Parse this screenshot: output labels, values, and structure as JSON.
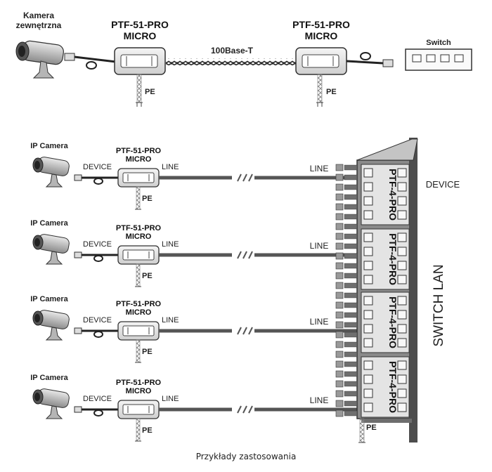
{
  "top": {
    "camera_label": "Kamera\nzewnętrzna",
    "left_device": "PTF-51-PRO\nMICRO",
    "right_device": "PTF-51-PRO\nMICRO",
    "link_label": "100Base-T",
    "switch_label": "Switch",
    "pe_label": "PE"
  },
  "rows": [
    {
      "camera": "IP Camera",
      "device_label": "PTF-51-PRO\nMICRO",
      "left_port": "DEVICE",
      "right_port": "LINE",
      "line_label": "LINE",
      "pe": "PE"
    },
    {
      "camera": "IP Camera",
      "device_label": "PTF-51-PRO\nMICRO",
      "left_port": "DEVICE",
      "right_port": "LINE",
      "line_label": "LINE",
      "pe": "PE"
    },
    {
      "camera": "IP Camera",
      "device_label": "PTF-51-PRO\nMICRO",
      "left_port": "DEVICE",
      "right_port": "LINE",
      "line_label": "LINE",
      "pe": "PE"
    },
    {
      "camera": "IP Camera",
      "device_label": "PTF-51-PRO\nMICRO",
      "left_port": "DEVICE",
      "right_port": "LINE",
      "line_label": "LINE",
      "pe": "PE"
    }
  ],
  "panel": {
    "module_label": "PTF-4-PRO",
    "device_label": "DEVICE",
    "switch_lan_label": "SWITCH LAN",
    "pe_label": "PE"
  },
  "caption": "Przykłady zastosowania"
}
